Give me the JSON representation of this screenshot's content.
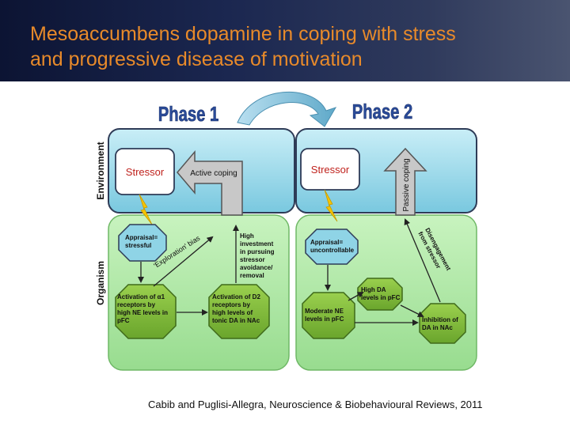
{
  "slide": {
    "title_line1": "Mesoaccumbens dopamine in coping with stress",
    "title_line2": "and progressive disease of motivation",
    "citation": "Cabib and Puglisi-Allegra, Neuroscience & Biobehavioural Reviews, 2011"
  },
  "colors": {
    "title": "#e88a2a",
    "environment_panel": "#8fd4e6",
    "organism_panel": "#a8e8a0",
    "octagon": "#7fba3a",
    "phase_label": "#2a4b9a",
    "stressor_text": "#c0231e",
    "lightning": "#f5c400"
  },
  "diagram": {
    "phase1": "Phase 1",
    "phase2": "Phase 2",
    "environment_label": "Environment",
    "organism_label": "Organism",
    "p1_stressor": "Stressor",
    "p1_active_coping": "Active coping",
    "p1_appraisal": [
      "Appraisal=",
      "stressful"
    ],
    "p1_exploration": "'Exploration' bias",
    "p1_high_investment": [
      "High",
      "investment",
      "in pursuing",
      "stressor",
      "avoidance/",
      "removal"
    ],
    "p1_alpha1": [
      "Activation of α1",
      "receptors by",
      "high NE levels in",
      "pFC"
    ],
    "p1_d2": [
      "Activation of D2",
      "receptors by",
      "high levels of",
      "tonic DA in NAc"
    ],
    "p2_stressor": "Stressor",
    "p2_passive_coping": "Passive coping",
    "p2_appraisal": [
      "Appraisal=",
      "uncontrollable"
    ],
    "p2_disengagement": [
      "Disengagement",
      "from stressor"
    ],
    "p2_high_da": [
      "High DA",
      "levels in pFC"
    ],
    "p2_moderate_ne": [
      "Moderate NE",
      "levels in pFC"
    ],
    "p2_inhibition": [
      "Inhibition of",
      "DA in NAc"
    ]
  }
}
